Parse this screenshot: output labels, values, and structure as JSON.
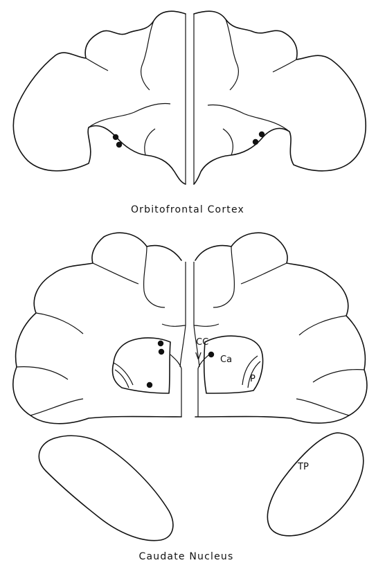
{
  "panels": [
    {
      "caption": "Orbitofrontal Cortex"
    },
    {
      "caption": "Caudate Nucleus",
      "labels": {
        "cc": "CC",
        "v": "V",
        "ca": "Ca",
        "p": "P",
        "tp": "TP"
      }
    }
  ]
}
